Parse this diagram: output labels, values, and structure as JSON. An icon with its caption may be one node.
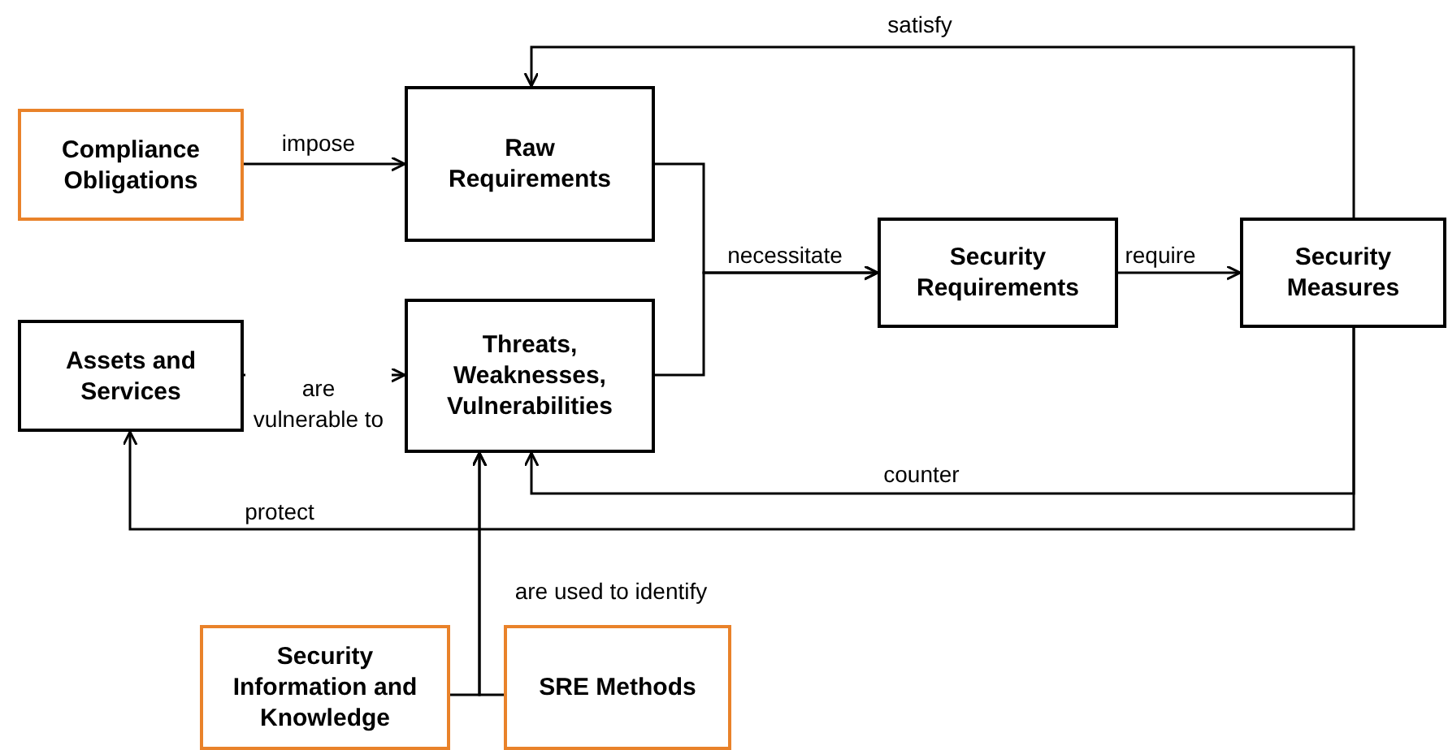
{
  "diagram": {
    "nodes": [
      {
        "text": [
          "Compliance Obligations"
        ]
      },
      {
        "text": [
          "Raw Requirements"
        ]
      },
      {
        "text": [
          "Security Requirements"
        ]
      },
      {
        "text": [
          "Security Measures"
        ]
      },
      {
        "text": [
          "Assets and Services"
        ]
      },
      {
        "text": [
          "Threats, Weaknesses, Vulnerabilities"
        ]
      },
      {
        "text": [
          "Security Information and Knowledge"
        ]
      },
      {
        "text": [
          "SRE Methods"
        ]
      }
    ],
    "edges": [
      {
        "from": 0,
        "to": 1,
        "arrow": "to",
        "label": "impose"
      },
      {
        "from": 4,
        "to": 5,
        "arrow": "to",
        "label": "are vulnerable to"
      },
      {
        "from": 1,
        "to": 2,
        "arrow": "to",
        "label": "necessitate"
      },
      {
        "from": 5,
        "to": 2,
        "arrow": "to"
      },
      {
        "from": 2,
        "to": 3,
        "arrow": "to",
        "label": "require"
      },
      {
        "from": 3,
        "to": 1,
        "arrow": "to",
        "label": "satisfy"
      },
      {
        "from": 3,
        "to": 5,
        "arrow": "to",
        "label": "counter"
      },
      {
        "from": 3,
        "to": 4,
        "arrow": "to",
        "label": "protect"
      },
      {
        "from": 6,
        "to": 5,
        "arrow": "to",
        "label": "are used to identify"
      },
      {
        "from": 7,
        "to": 5,
        "arrow": "to"
      }
    ]
  }
}
